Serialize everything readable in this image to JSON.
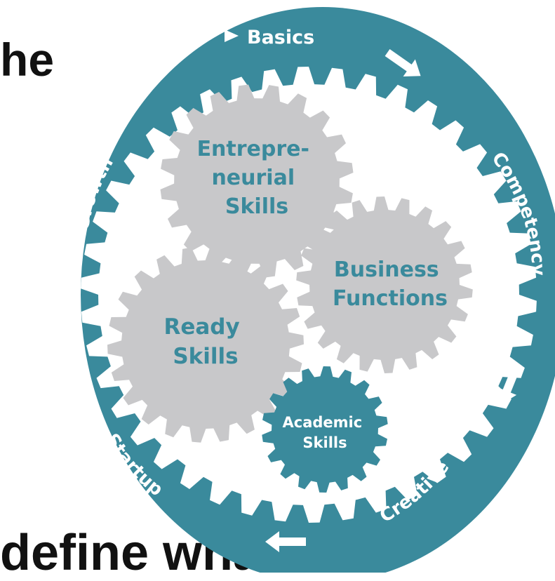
{
  "background_text": {
    "top": "he",
    "bottom": "define what"
  },
  "ring": {
    "labels": {
      "basics": "Basics",
      "competency": "Competency",
      "creative": "Creative",
      "startup": "Startup",
      "growth": "Growth"
    }
  },
  "gears": {
    "entrepreneurial": {
      "lines": [
        "Entrepre-",
        "neurial",
        "Skills"
      ]
    },
    "business": {
      "lines": [
        "Business",
        "Functions"
      ]
    },
    "ready": {
      "lines": [
        "Ready",
        "Skills"
      ]
    },
    "academic": {
      "lines": [
        "Academic",
        "Skills"
      ]
    }
  },
  "colors": {
    "ring": "#3a8a9c",
    "gear_light": "#c8c8ca",
    "white": "#ffffff",
    "text_dark_teal": "#3a8a9c",
    "text_white": "#ffffff"
  },
  "icons": [
    "play-triangle-icon",
    "arrow-icon"
  ]
}
